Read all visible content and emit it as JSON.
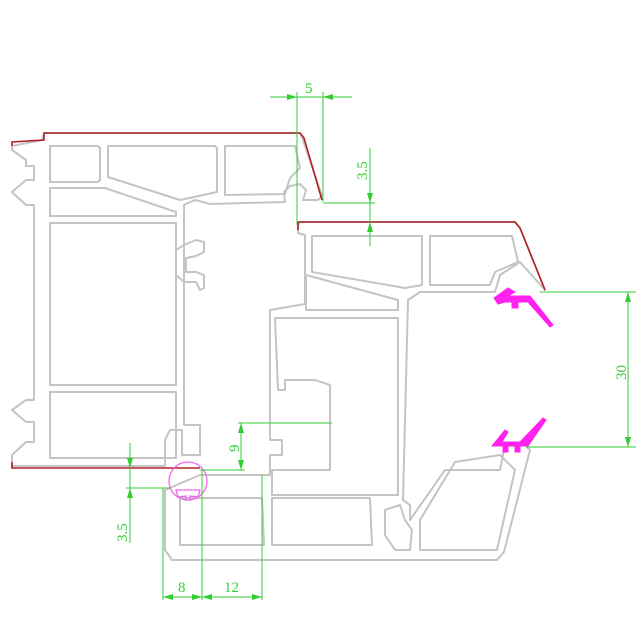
{
  "dimensions": {
    "top_offset": "5",
    "top_height": "3.5",
    "sash_gap": "30",
    "inner_height": "9",
    "left_height": "3.5",
    "bottom_width_a": "8",
    "bottom_width_b": "12"
  },
  "colors": {
    "profile": "#c4c4c4",
    "cover_strip": "#b0202a",
    "dimension": "#33cc33",
    "gasket": "#ff22ee"
  }
}
